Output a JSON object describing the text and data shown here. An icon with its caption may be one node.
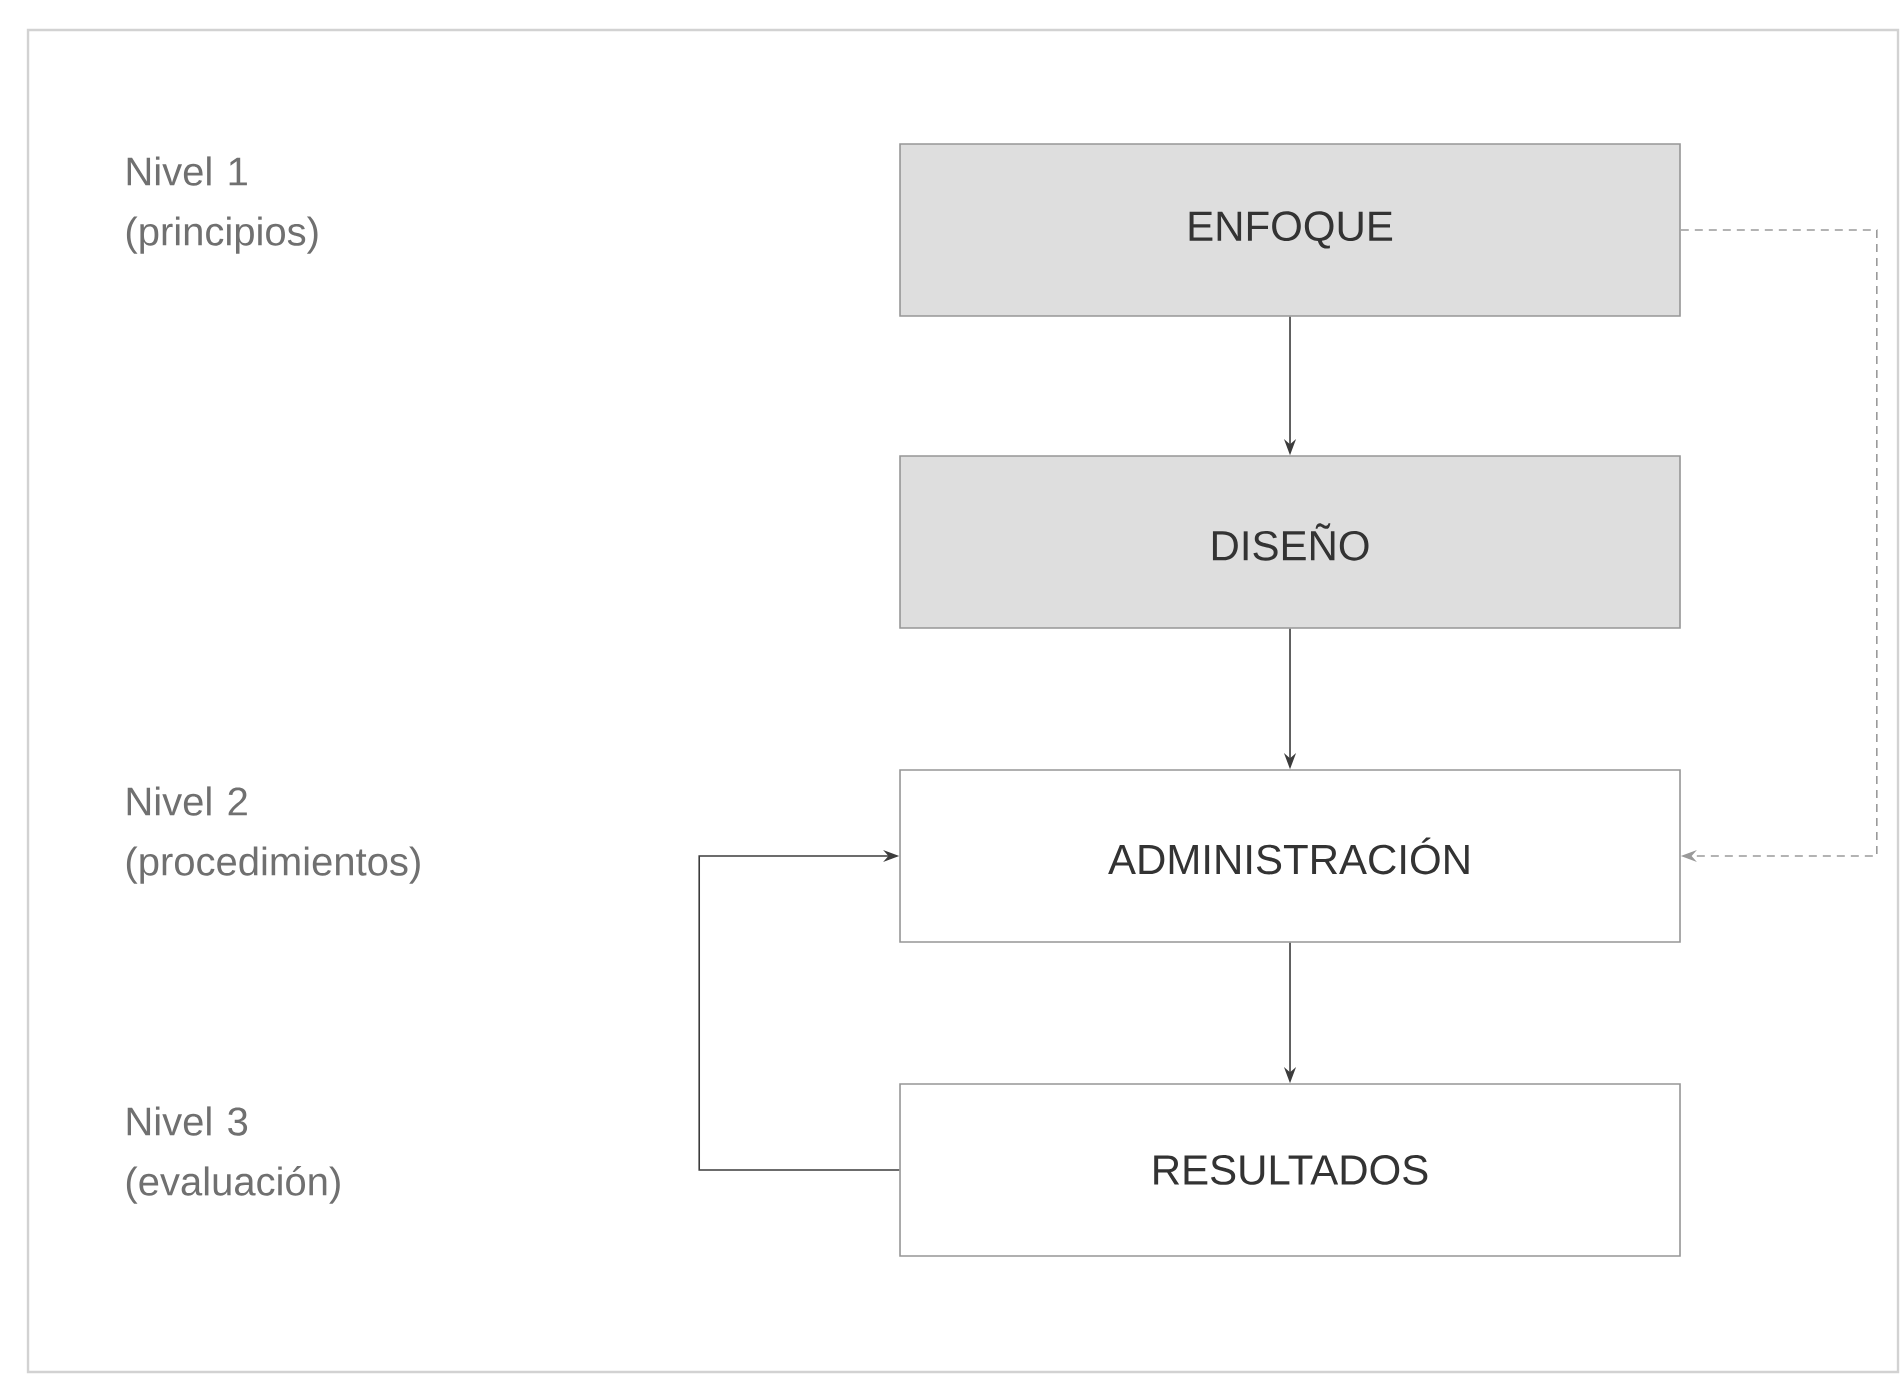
{
  "diagram": {
    "nodes": [
      {
        "text": [
          "ENFOQUE"
        ]
      },
      {
        "text": [
          "DISEÑO"
        ]
      },
      {
        "text": [
          "ADMINISTRACIÓN"
        ]
      },
      {
        "text": [
          "RESULTADOS"
        ]
      }
    ],
    "edges": [
      {
        "from": 0,
        "to": 1,
        "arrow": "to"
      },
      {
        "from": 1,
        "to": 2,
        "arrow": "to"
      },
      {
        "from": 2,
        "to": 3,
        "arrow": "to"
      },
      {
        "from": 3,
        "to": 2,
        "arrow": "to"
      },
      {
        "from": 0,
        "to": 2,
        "arrow": "to",
        "style": "dashed",
        "color": "#9a9a9a"
      }
    ],
    "labels": [
      "Nivel 1 (principios)",
      "Nivel 2 (procedimientos)",
      "Nivel 3 (evaluación)"
    ]
  }
}
